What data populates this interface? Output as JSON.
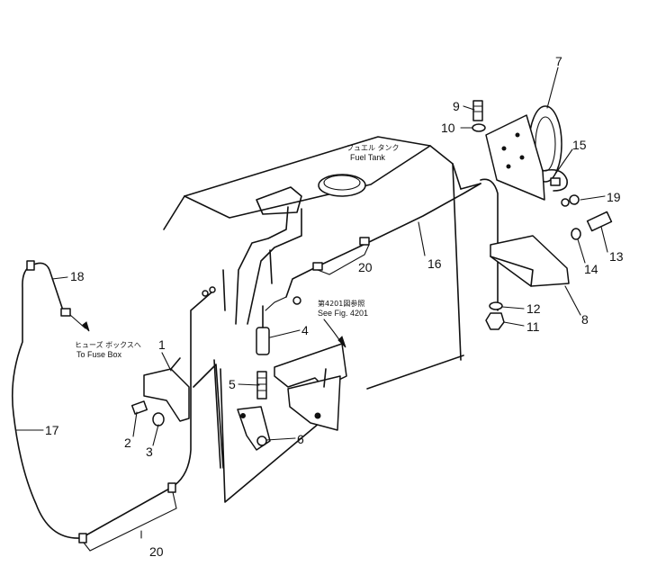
{
  "callouts": {
    "c1": "1",
    "c2": "2",
    "c3": "3",
    "c4": "4",
    "c5": "5",
    "c6": "6",
    "c7": "7",
    "c8": "8",
    "c9": "9",
    "c10": "10",
    "c11": "11",
    "c12": "12",
    "c13": "13",
    "c14": "14",
    "c15": "15",
    "c16": "16",
    "c17": "17",
    "c18": "18",
    "c19": "19",
    "c20a": "20",
    "c20b": "20"
  },
  "labels": {
    "fuel_tank_jp": "フュエル タンク",
    "fuel_tank_en": "Fuel Tank",
    "see_fig_jp": "第4201図参照",
    "see_fig_en": "See Fig. 4201",
    "fuse_box_jp": "ヒューズ ボックスへ",
    "fuse_box_en": "To Fuse Box"
  }
}
